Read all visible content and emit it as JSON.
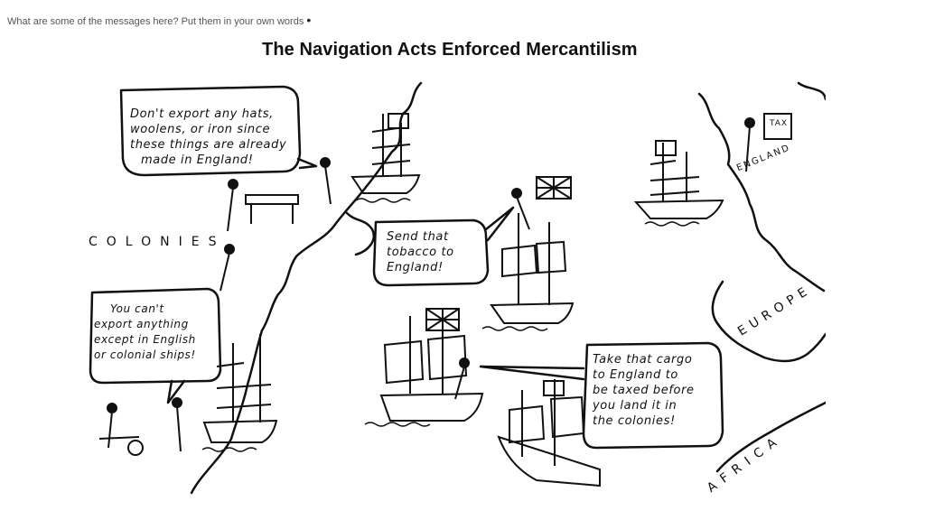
{
  "slide": {
    "prompt": "What are some of the messages here? Put them in your own words",
    "bullet": "•"
  },
  "cartoon": {
    "title": "The Navigation Acts Enforced Mercantilism",
    "bubbles": {
      "hats": [
        "Don't export any hats,",
        "woolens, or iron since",
        "these things are already",
        "made in England!"
      ],
      "tobacco": [
        "Send that",
        "tobacco to",
        "England!"
      ],
      "ships": [
        "You can't",
        "export anything",
        "except in English",
        "or colonial ships!"
      ],
      "cargo": [
        "Take that cargo",
        "to England to",
        "be taxed before",
        "you land it in",
        "the colonies!"
      ]
    },
    "labels": {
      "colonies": "COLONIES",
      "england": "ENGLAND",
      "europe": "EUROPE",
      "africa": "AFRICA",
      "tax_sign": "TAX"
    }
  }
}
